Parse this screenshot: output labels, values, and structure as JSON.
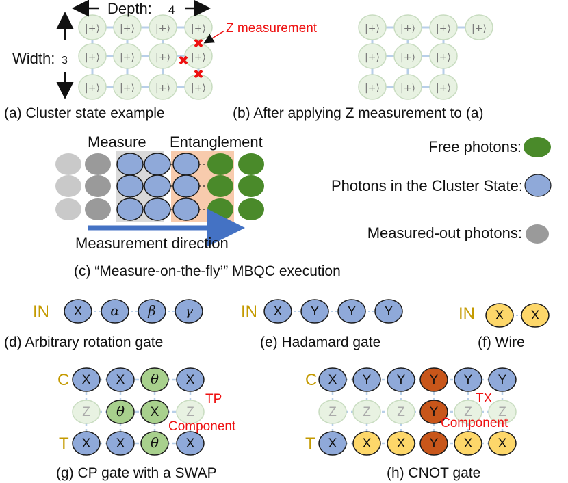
{
  "colors": {
    "cs_fill": "#e8f2e2",
    "cs_stroke": "#c8dcc0",
    "edge": "#b8cfe8",
    "blue": "#8fa9d9",
    "blue_stroke": "#1a1a1a",
    "green": "#4a8a2a",
    "green_light": "#a8d08d",
    "gray_dark": "#9a9a9a",
    "gray_light": "#c9c9c9",
    "yellow": "#fdd76a",
    "orange": "#c8561a",
    "measure_bg": "#d9d9d9",
    "entangle_bg": "#f8cbad",
    "arrow": "#4472c4",
    "red": "#ee1111",
    "gold": "#c49a00"
  },
  "panel_a": {
    "ket": "|+⟩",
    "depth_label": "Depth:",
    "depth_value": "4",
    "width_label": "Width:",
    "width_value": "3",
    "z_label": "Z measurement",
    "caption": "(a) Cluster state example"
  },
  "panel_b": {
    "caption": "(b) After applying Z measurement to (a)"
  },
  "panel_c": {
    "measure_label": "Measure",
    "entangle_label": "Entanglement",
    "direction_label": "Measurement direction",
    "caption": "(c) “Measure-on-the-fly’” MBQC execution"
  },
  "legend": {
    "free": "Free photons:",
    "cluster": "Photons in the Cluster State:",
    "measured": "Measured-out photons:"
  },
  "panel_d": {
    "in": "IN",
    "x": "X",
    "alpha": "α",
    "beta": "β",
    "gamma": "γ",
    "caption": "(d) Arbitrary rotation gate"
  },
  "panel_e": {
    "in": "IN",
    "x": "X",
    "y": "Y",
    "caption": "(e) Hadamard gate"
  },
  "panel_f": {
    "in": "IN",
    "x": "X",
    "caption": "(f) Wire"
  },
  "panel_g": {
    "c": "C",
    "t": "T",
    "x": "X",
    "z": "Z",
    "theta": "θ",
    "tp_line1": "TP",
    "tp_line2": "Component",
    "caption": "(g) CP gate with a SWAP"
  },
  "panel_h": {
    "c": "C",
    "t": "T",
    "x": "X",
    "y": "Y",
    "z": "Z",
    "tx_line1": "TX",
    "tx_line2": "Component",
    "caption": "(h) CNOT gate"
  }
}
